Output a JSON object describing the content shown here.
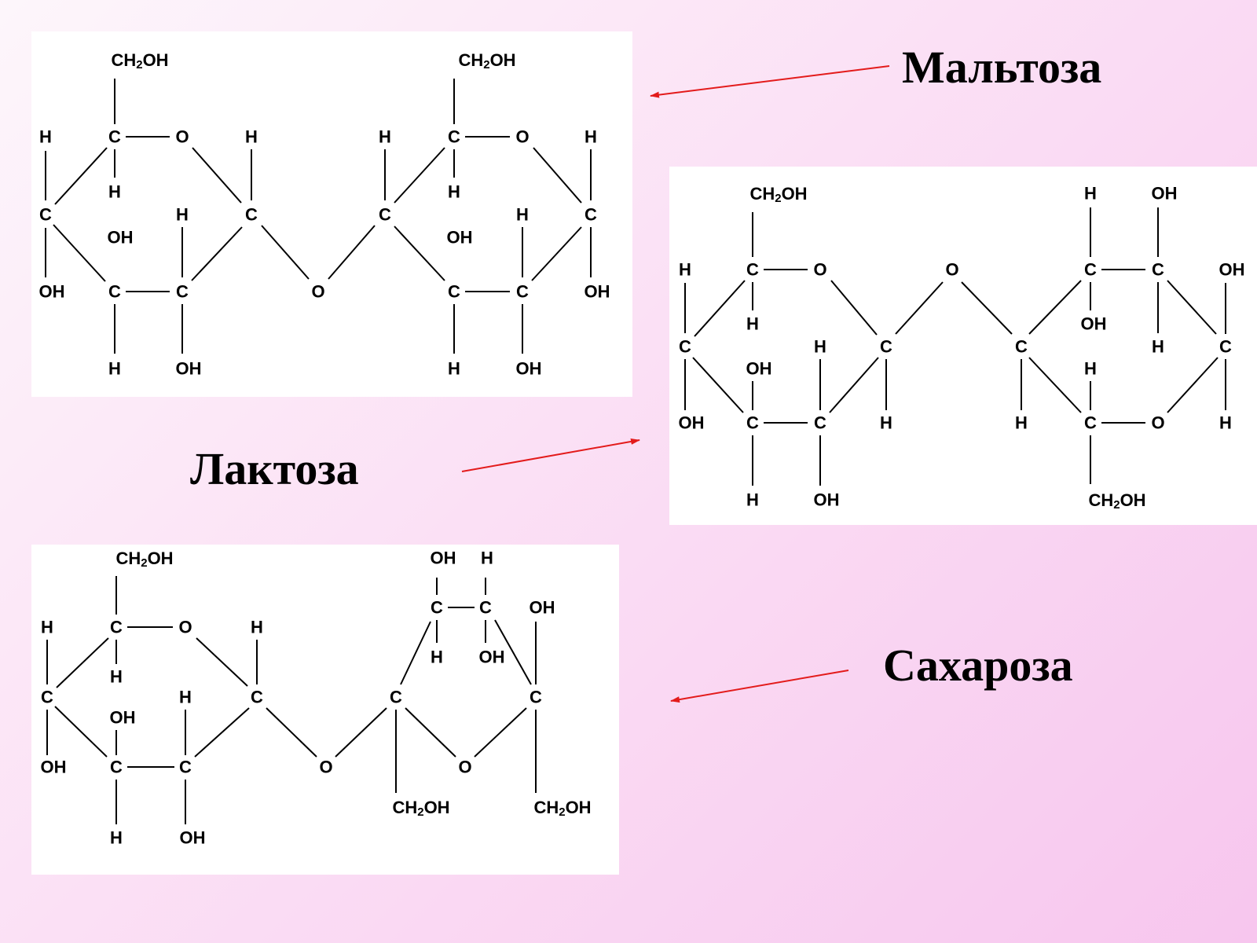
{
  "labels": {
    "maltose": "Мальтоза",
    "lactose": "Лактоза",
    "sucrose": "Сахароза"
  },
  "atoms": {
    "C": "C",
    "O": "O",
    "H": "H",
    "OH": "OH",
    "CH2OH": "CH2OH"
  },
  "colors": {
    "arrow": "#e31b1b",
    "bond": "#000000",
    "panel": "#ffffff",
    "background_light": "#fdf6fb",
    "background_dark": "#f7c6ee"
  }
}
